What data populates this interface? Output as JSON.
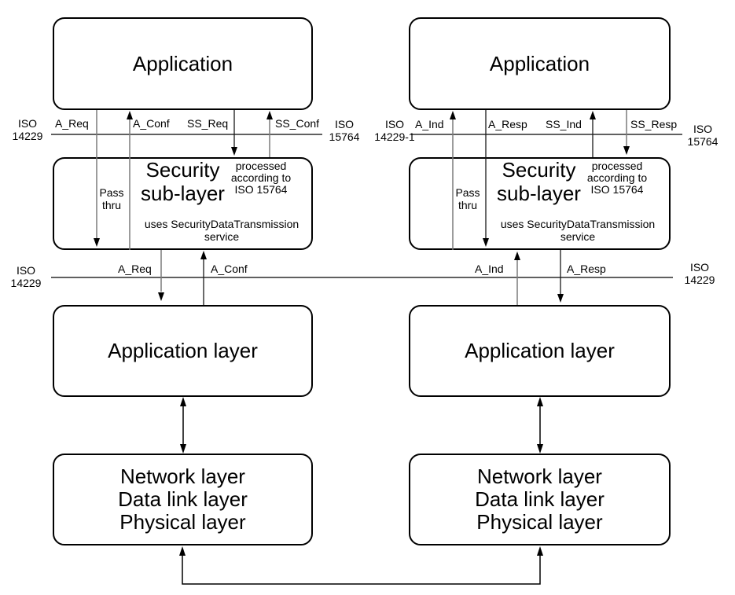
{
  "colors": {
    "background": "#ffffff",
    "box_border": "#000000",
    "line_black": "#1a1a1a",
    "line_gray": "#7b7b7b"
  },
  "left": {
    "application": "Application",
    "iso_top_left": {
      "line1": "ISO",
      "line2": "14229"
    },
    "iso_top_right": {
      "line1": "ISO",
      "line2": "15764"
    },
    "prim_top": {
      "p1": "A_Req",
      "p2": "A_Conf",
      "p3": "SS_Req",
      "p4": "SS_Conf"
    },
    "security": {
      "title1": "Security",
      "title2": "sub-layer",
      "note1": "processed",
      "note2": "according to",
      "note3": "ISO 15764",
      "pass1": "Pass",
      "pass2": "thru",
      "uses1": "uses SecurityDataTransmission",
      "uses2": "service"
    },
    "prim_mid": {
      "p1": "A_Req",
      "p2": "A_Conf"
    },
    "application_layer": "Application layer",
    "network": {
      "line1": "Network layer",
      "line2": "Data link layer",
      "line3": "Physical layer"
    }
  },
  "right": {
    "application": "Application",
    "iso_top_left": {
      "line1": "ISO",
      "line2": "14229-1"
    },
    "iso_top_right": {
      "line1": "ISO",
      "line2": "15764"
    },
    "prim_top": {
      "p1": "A_Ind",
      "p2": "A_Resp",
      "p3": "SS_Ind",
      "p4": "SS_Resp"
    },
    "security": {
      "title1": "Security",
      "title2": "sub-layer",
      "note1": "processed",
      "note2": "according to",
      "note3": "ISO 15764",
      "pass1": "Pass",
      "pass2": "thru",
      "uses1": "uses SecurityDataTransmission",
      "uses2": "service"
    },
    "prim_mid": {
      "p1": "A_Ind",
      "p2": "A_Resp"
    },
    "application_layer": "Application layer",
    "network": {
      "line1": "Network layer",
      "line2": "Data link layer",
      "line3": "Physical layer"
    }
  },
  "iso_mid": {
    "left": {
      "line1": "ISO",
      "line2": "14229"
    },
    "right": {
      "line1": "ISO",
      "line2": "14229"
    }
  }
}
